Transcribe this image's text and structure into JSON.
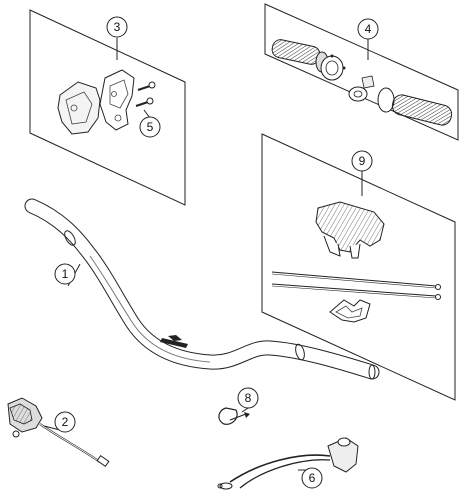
{
  "diagram": {
    "callouts": {
      "c1": "1",
      "c2": "2",
      "c3": "3",
      "c4": "4",
      "c5": "5",
      "c6": "6",
      "c8": "8",
      "c9": "9"
    }
  }
}
